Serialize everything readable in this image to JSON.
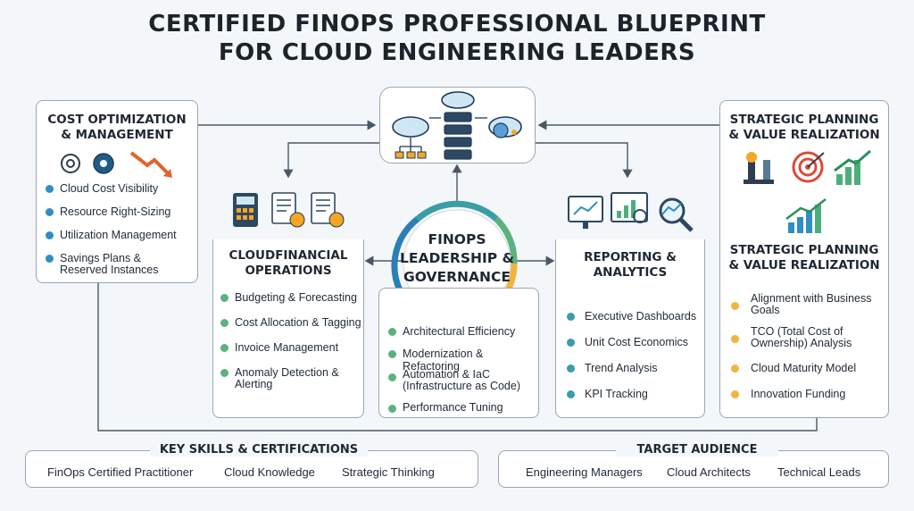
{
  "title": {
    "line1": "CERTIFIED FINOPS PROFESSIONAL BLUEPRINT",
    "line2": "FOR CLOUD ENGINEERING LEADERS"
  },
  "cost_optimization": {
    "title_line1": "COST OPTIMIZATION",
    "title_line2": "& MANAGEMENT",
    "items": [
      "Cloud Cost Visibility",
      "Resource Right-Sizing",
      "Utilization Management",
      "Savings Plans &",
      "Reserved Instances"
    ]
  },
  "strategic_top": {
    "title_line1": "STRATEGIC PLANNING",
    "title_line2": "& VALUE REALIZATION"
  },
  "strategic_bottom": {
    "title_line1": "STRATEGIC PLANNING",
    "title_line2": "& VALUE REALIZATION",
    "items": [
      "Alignment with Business",
      "Goals",
      "TCO (Total Cost of",
      "Ownership) Analysis",
      "Cloud Maturity Model",
      "Innovation Funding"
    ]
  },
  "cloud_financial": {
    "title_line1": "CLOUDFINANCIAL",
    "title_line2": "OPERATIONS",
    "items": [
      "Budgeting & Forecasting",
      "Cost Allocation & Tagging",
      "Invoice Management",
      "Anomaly Detection &",
      "Alerting"
    ]
  },
  "center": {
    "line1": "FINOPS",
    "line2": "LEADERSHIP &",
    "line3": "GOVERNANCE",
    "items": [
      "Architectural Efficiency",
      "Modernization & Refactoring",
      "Automation & IaC",
      "(Infrastructure as Code)",
      "Performance Tuning"
    ]
  },
  "reporting": {
    "title_line1": "REPORTING &",
    "title_line2": "ANALYTICS",
    "items": [
      "Executive Dashboards",
      "Unit Cost Economics",
      "Trend Analysis",
      "KPI Tracking"
    ]
  },
  "key_skills": {
    "label": "KEY SKILLS & CERTIFICATIONS",
    "items": [
      "FinOps Certified Practitioner",
      "Cloud Knowledge",
      "Strategic Thinking"
    ]
  },
  "target_audience": {
    "label": "TARGET AUDIENCE",
    "items": [
      "Engineering Managers",
      "Cloud Architects",
      "Technical Leads"
    ]
  },
  "colors": {
    "blue": "#2f8fc4",
    "green": "#5bb27c",
    "teal": "#3a9ea5",
    "amber": "#f2b43a",
    "line": "#4a5866"
  }
}
